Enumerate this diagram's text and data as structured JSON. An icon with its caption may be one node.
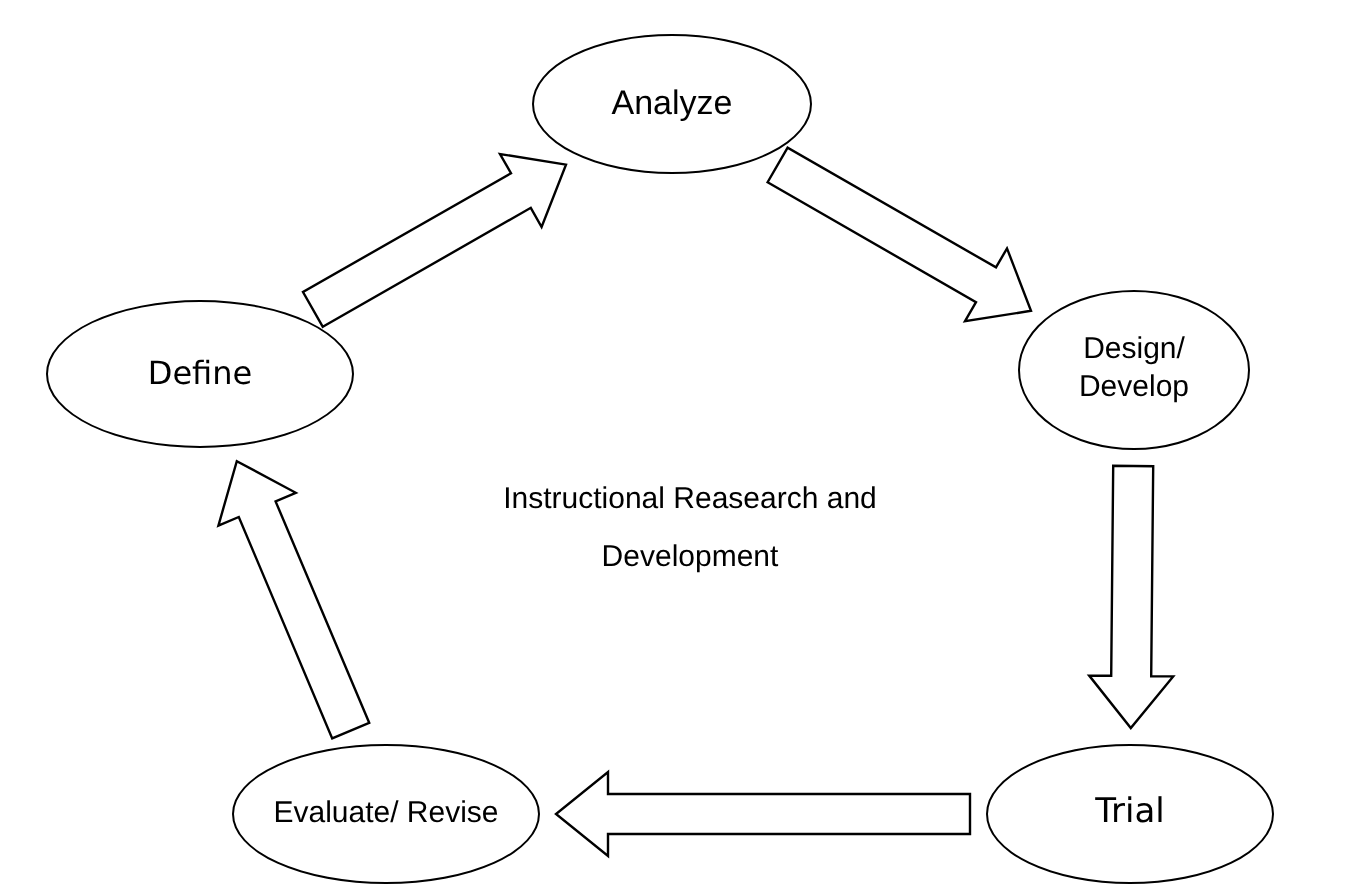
{
  "diagram": {
    "nodes": [
      {
        "text": [
          "Analyze"
        ]
      },
      {
        "text": [
          "Design/ Develop"
        ]
      },
      {
        "text": [
          "Trial"
        ]
      },
      {
        "text": [
          "Evaluate/ Revise"
        ]
      },
      {
        "text": [
          "Define"
        ]
      }
    ],
    "edges": [
      {
        "from": 4,
        "to": 0,
        "arrow": "to"
      },
      {
        "from": 0,
        "to": 1,
        "arrow": "to"
      },
      {
        "from": 1,
        "to": 2,
        "arrow": "to"
      },
      {
        "from": 2,
        "to": 3,
        "arrow": "to"
      },
      {
        "from": 3,
        "to": 4,
        "arrow": "to"
      }
    ],
    "labels": [
      "Instructional Reasearch and Development"
    ]
  }
}
